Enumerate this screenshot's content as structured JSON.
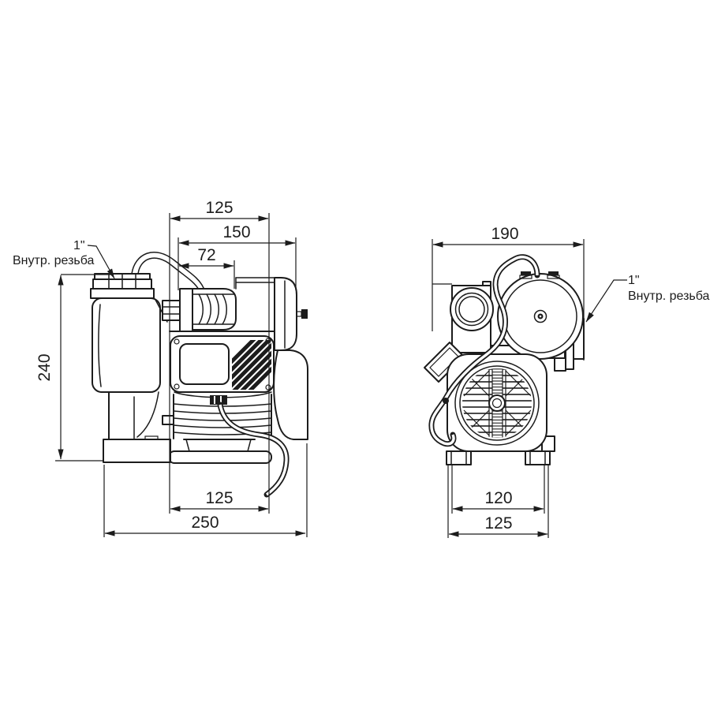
{
  "page": {
    "background": "#ffffff",
    "line_color": "#1c1c1c"
  },
  "drawing": {
    "type": "technical-dimension-drawing",
    "subject": "automatic pump station, two orthographic views with dimensions in mm",
    "front_view": {
      "dim_top_width": "125",
      "dim_width_with_tank": "150",
      "dim_head_width": "72",
      "dim_height": "240",
      "dim_base_length": "125",
      "dim_overall_length": "250",
      "port_size": "1\"",
      "port_label": "Внутр. резьба"
    },
    "side_view": {
      "dim_overall_depth": "190",
      "dim_feet_spacing": "120",
      "dim_base_depth": "125",
      "port_size": "1\"",
      "port_label": "Внутр. резьба"
    }
  }
}
